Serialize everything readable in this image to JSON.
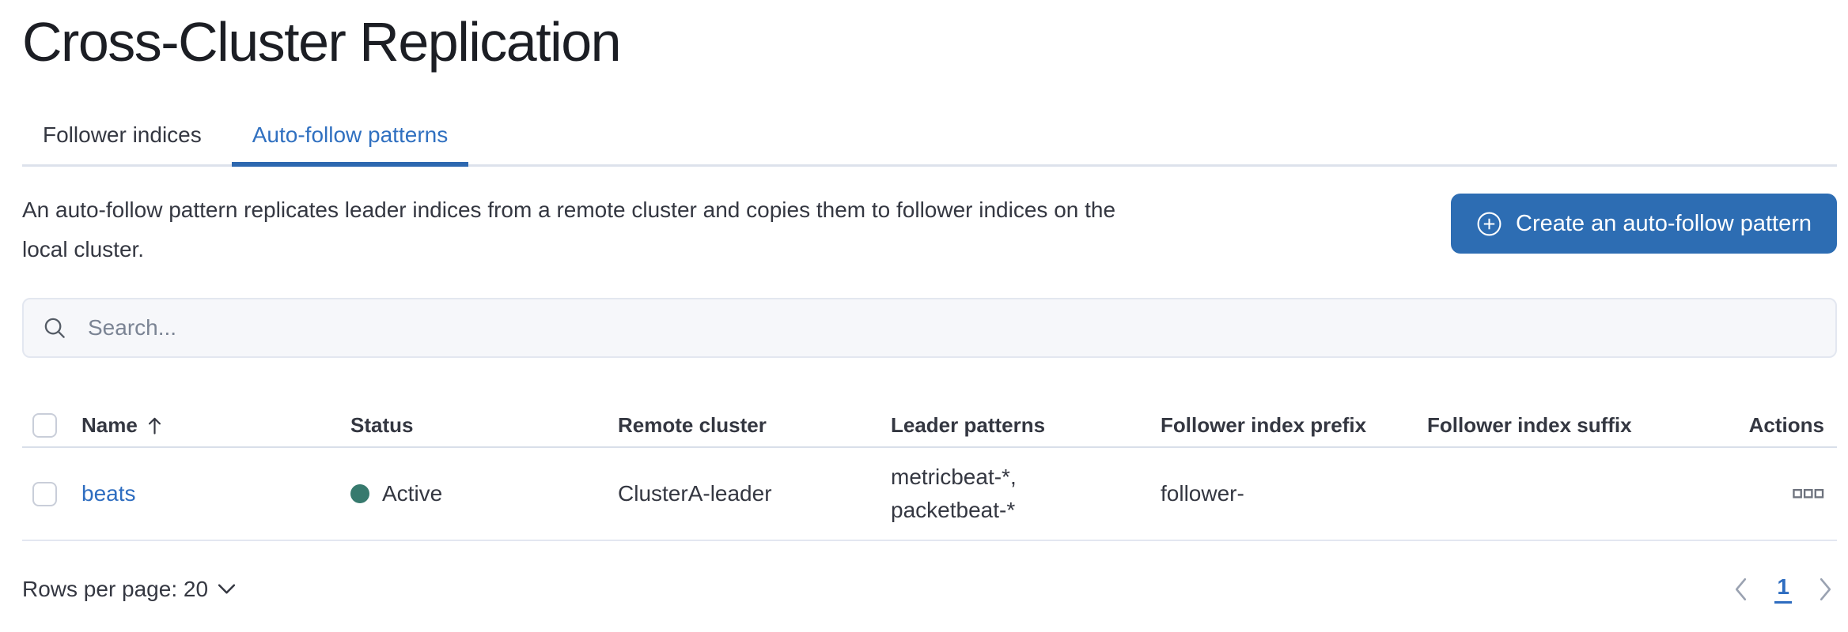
{
  "page": {
    "title": "Cross-Cluster Replication"
  },
  "tabs": [
    {
      "label": "Follower indices",
      "active": false
    },
    {
      "label": "Auto-follow patterns",
      "active": true
    }
  ],
  "description": {
    "line1": "An auto-follow pattern replicates leader indices from a remote cluster and copies them to follower indices on the",
    "line2": "local cluster."
  },
  "create_button": {
    "label": "Create an auto-follow pattern",
    "icon": "plus-in-circle-icon"
  },
  "search": {
    "placeholder": "Search...",
    "icon": "search-icon"
  },
  "table": {
    "columns": {
      "name": "Name",
      "status": "Status",
      "remote_cluster": "Remote cluster",
      "leader_patterns": "Leader patterns",
      "follower_index_prefix": "Follower index prefix",
      "follower_index_suffix": "Follower index suffix",
      "actions": "Actions"
    },
    "sort": {
      "column": "Name",
      "direction": "ascending"
    },
    "rows": [
      {
        "name": "beats",
        "status": "Active",
        "remote_cluster": "ClusterA-leader",
        "leader_patterns": "metricbeat-*,\npacketbeat-*",
        "follower_index_prefix": "follower-",
        "follower_index_suffix": ""
      }
    ]
  },
  "footer": {
    "rows_per_page_label": "Rows per page: 20",
    "pagination": {
      "current_page": "1"
    }
  },
  "colors": {
    "primary_button_blue": "#2d6db3",
    "link_blue": "#2e6dc0",
    "active_tab_underline": "#2d68b0",
    "status_active_teal": "#377a6e",
    "text": "#343741",
    "muted_gray": "#7b8494"
  }
}
